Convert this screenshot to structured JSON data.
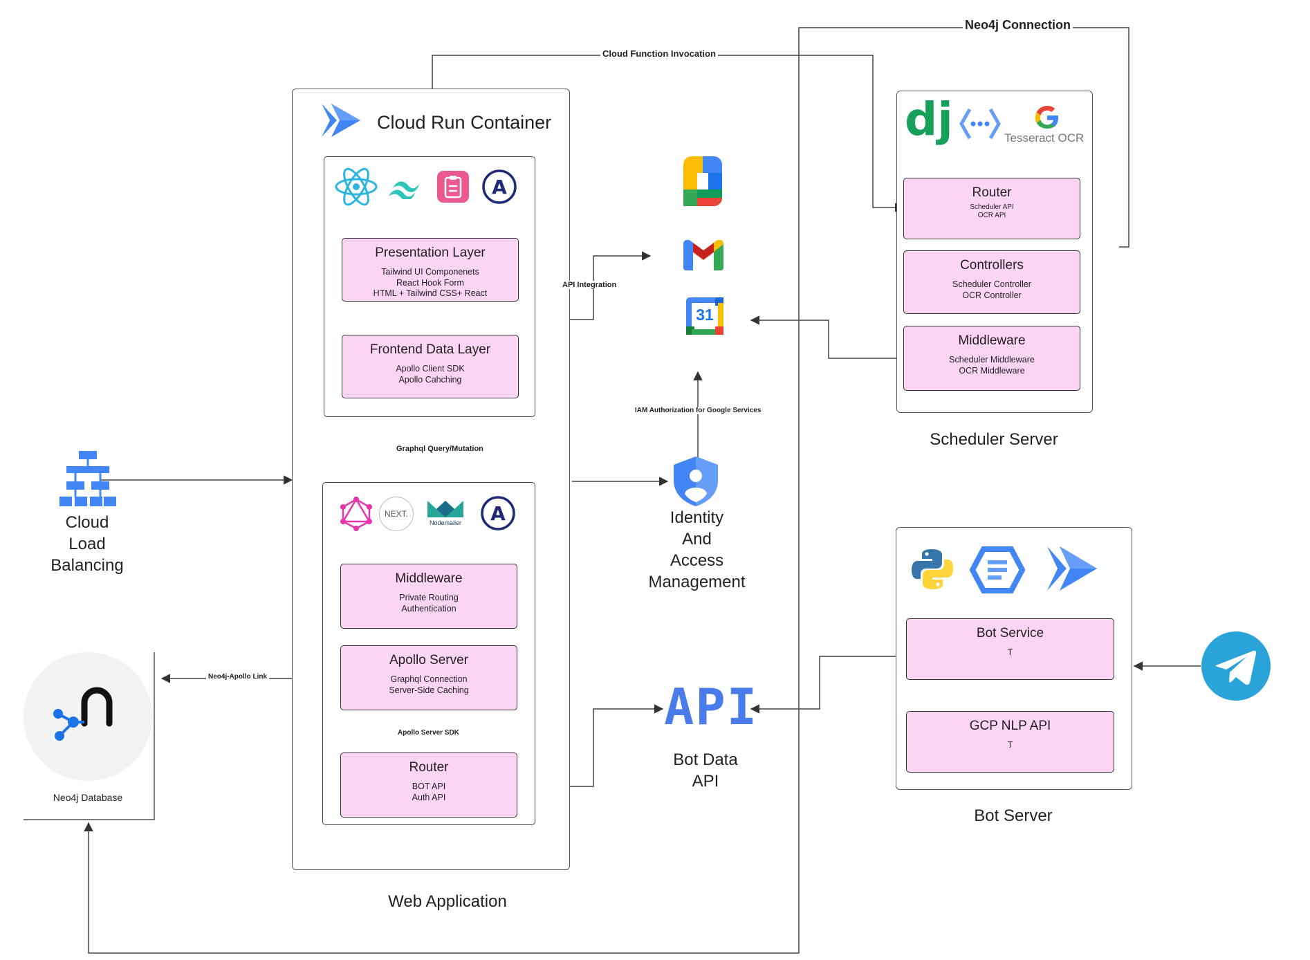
{
  "web_app": {
    "container_title": "Cloud Run Container",
    "caption": "Web Application",
    "presentation": {
      "title": "Presentation Layer",
      "lines": [
        "Tailwind UI Componenets",
        "React Hook Form",
        "HTML + Tailwind CSS+ React"
      ]
    },
    "frontend_data": {
      "title": "Frontend Data Layer",
      "lines": [
        "Apollo Client SDK",
        "Apollo Cahching"
      ]
    },
    "middleware": {
      "title": "Middleware",
      "lines": [
        "Private Routing",
        "Authentication"
      ]
    },
    "apollo_server": {
      "title": "Apollo Server",
      "lines": [
        "Graphql Connection",
        "Server-Side Caching"
      ]
    },
    "router": {
      "title": "Router",
      "lines": [
        "BOT API",
        "Auth API"
      ]
    },
    "nodemailer_label": "Nodemailer",
    "next_label": "NEXT."
  },
  "scheduler": {
    "caption": "Scheduler Server",
    "tesseract_label": "Tesseract OCR",
    "router": {
      "title": "Router",
      "lines": [
        "Scheduler API",
        "OCR API"
      ]
    },
    "controllers": {
      "title": "Controllers",
      "lines": [
        "Scheduler Controller",
        "OCR Controller"
      ]
    },
    "middleware": {
      "title": "Middleware",
      "lines": [
        "Scheduler Middleware",
        "OCR Middleware"
      ]
    }
  },
  "bot": {
    "caption": "Bot Server",
    "bot_service": {
      "title": "Bot Service",
      "sub": "T"
    },
    "nlp": {
      "title": "GCP NLP API",
      "sub": "T"
    }
  },
  "load_balancer": {
    "lines": [
      "Cloud",
      "Load",
      "Balancing"
    ]
  },
  "database": {
    "label": "Neo4j Database"
  },
  "iam": {
    "lines": [
      "Identity",
      "And",
      "Access",
      "Management"
    ]
  },
  "bot_api": {
    "lines": [
      "Bot Data",
      "API"
    ],
    "icon_text": "API"
  },
  "edges": {
    "neo4j_connection": "Neo4j Connection",
    "cloud_function": "Cloud Function Invocation",
    "api_integration": "API Integration",
    "iam_auth": "IAM Authorization for Google Services",
    "graphql": "Graphql Query/Mutation",
    "neo4j_apollo": "Neo4j-Apollo Link",
    "apollo_sdk": "Apollo Server SDK"
  },
  "calendar_day": "31",
  "colors": {
    "component_fill": "#fcd4f4",
    "line": "#333333",
    "google_blue": "#4285f4"
  }
}
